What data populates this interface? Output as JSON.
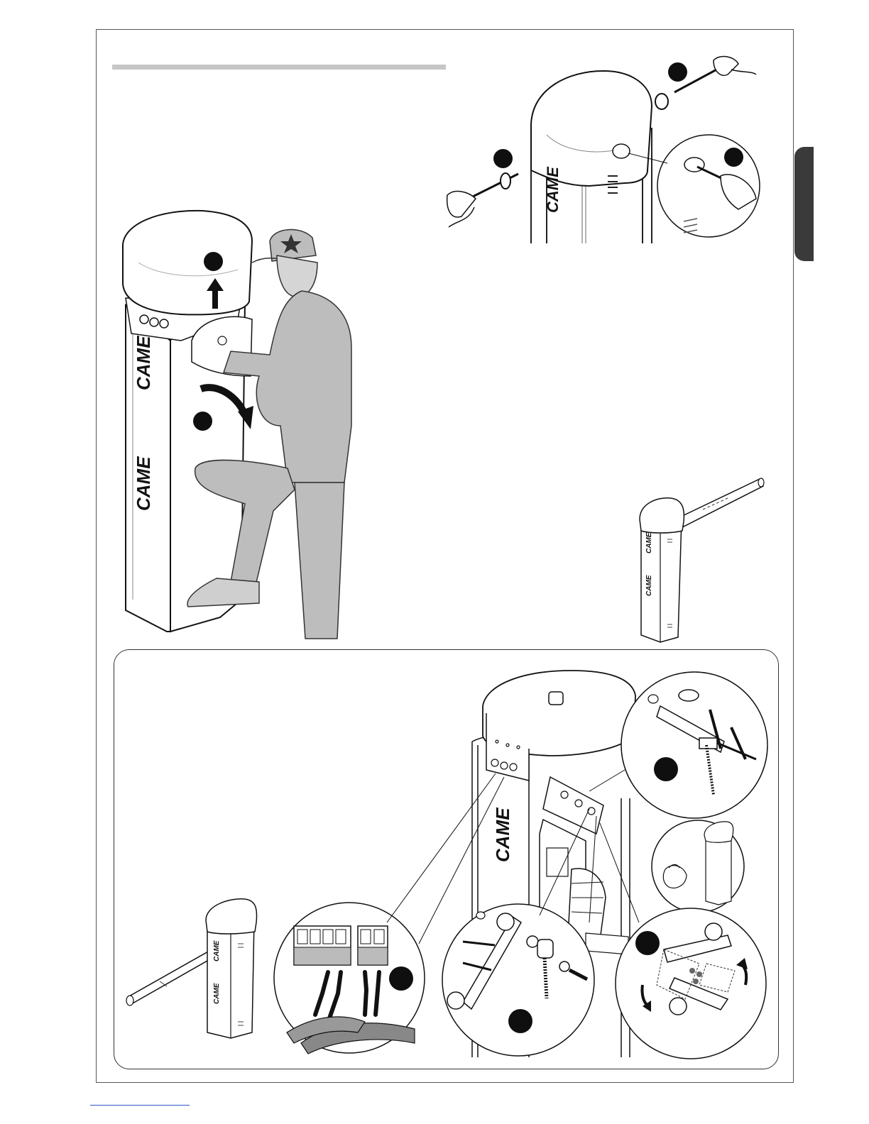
{
  "brand": {
    "logo_text": "CAME"
  },
  "colors": {
    "frame": "#555555",
    "title_bar": "#c6c6c6",
    "tab": "#3a3a3a",
    "badge": "#0f0f0f",
    "figure_grey": "#bdbdbd"
  },
  "figures": [
    {
      "id": "cover-removal",
      "icons": [
        "screwdriver-icon",
        "key-icon",
        "rotate-arrow-icon"
      ]
    },
    {
      "id": "maintenance-person",
      "icons": [
        "arrow-up-icon",
        "curved-arrow-icon"
      ]
    },
    {
      "id": "barrier-arm-right",
      "icons": []
    },
    {
      "id": "motor-assembly",
      "icons": [
        "terminal-block-icon",
        "spring-anchor-icon",
        "rotate-arrow-icon"
      ]
    }
  ]
}
